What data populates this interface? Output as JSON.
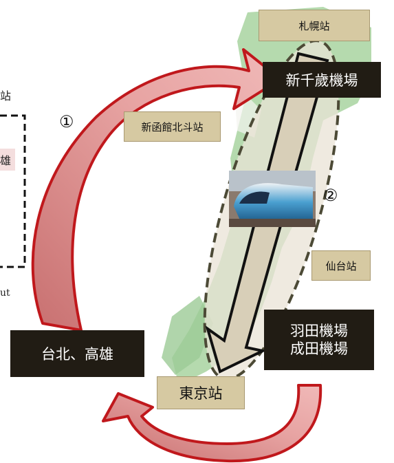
{
  "stations": {
    "sapporo": "札幌站",
    "shin_hakodate": "新函館北斗站",
    "sendai": "仙台站",
    "tokyo": "東京站"
  },
  "airports": {
    "new_chitose": "新千歲機場",
    "haneda_line1": "羽田機場",
    "haneda_line2": "成田機場"
  },
  "origin": "台北、高雄",
  "route_numbers": {
    "flight": "①",
    "rail": "②"
  },
  "left_fragments": {
    "top": "站",
    "middle": "雄",
    "bottom": "ut"
  },
  "colors": {
    "arrow_red": "#c0181c",
    "arrow_fill": "#d97a78",
    "box_beige": "#d6c9a2",
    "box_dark": "#211c14",
    "land_green": "#a8d3a0"
  }
}
